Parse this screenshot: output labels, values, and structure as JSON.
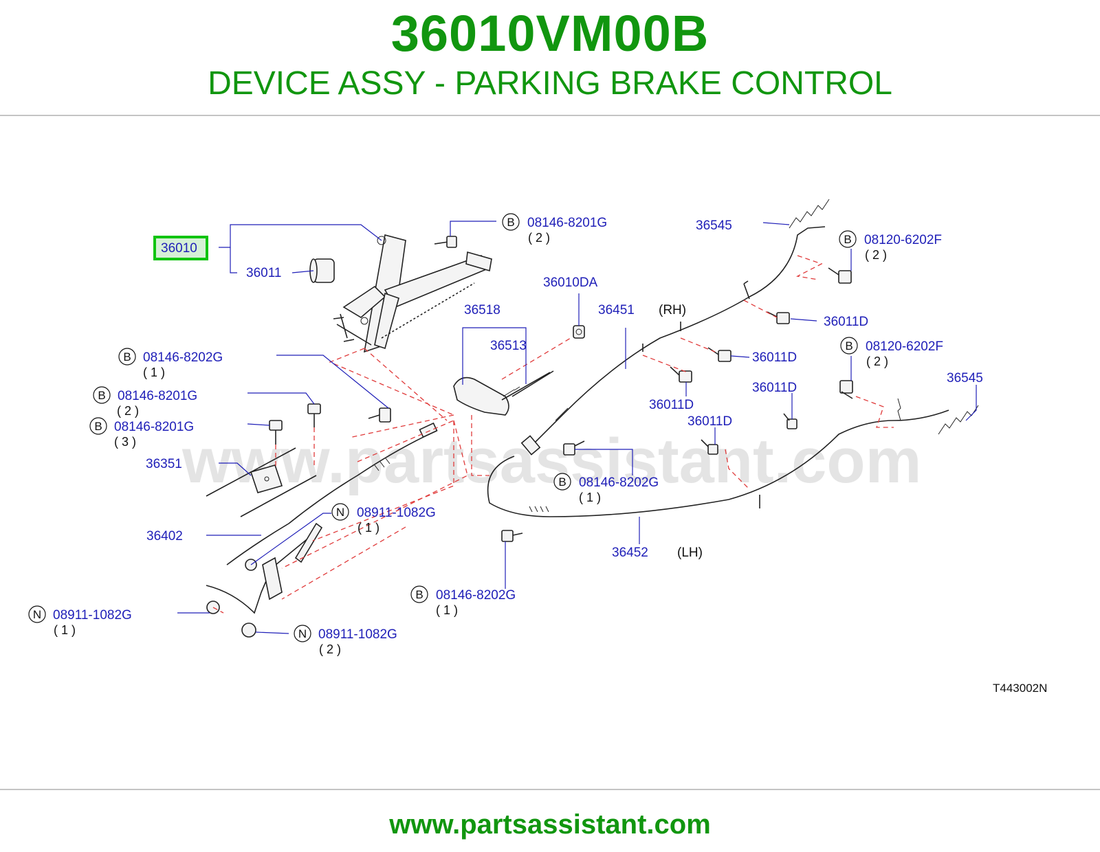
{
  "header": {
    "part_number": "36010VM00B",
    "description": "DEVICE ASSY - PARKING BRAKE CONTROL"
  },
  "diagram": {
    "watermark": "www.partsassistant.com",
    "illustration_code": "T443002N",
    "highlight_color": "#11c411",
    "callouts": {
      "c36010": "36010",
      "c36011": "36011",
      "c08146_8201g_top": "08146-8201G",
      "q_2_top": "( 2 )",
      "c36545_top": "36545",
      "c08120_6202f_a": "08120-6202F",
      "q_2_a": "( 2 )",
      "c36010da": "36010DA",
      "c36518": "36518",
      "c36451": "36451",
      "rh": "(RH)",
      "c36011d_a": "36011D",
      "c36513": "36513",
      "c08146_8202g_a": "08146-8202G",
      "q_1_a": "( 1 )",
      "c36011d_b": "36011D",
      "c08120_6202f_b": "08120-6202F",
      "q_2_b": "( 2 )",
      "c08146_8201g_b": "08146-8201G",
      "q_2_c": "( 2 )",
      "c36011d_c": "36011D",
      "c36545_b": "36545",
      "c36011d_d": "36011D",
      "c08146_8201g_c": "08146-8201G",
      "q_3": "( 3 )",
      "c36011d_e": "36011D",
      "c36351": "36351",
      "c08146_8202g_b": "08146-8202G",
      "q_1_b": "( 1 )",
      "c08911_1082g_a": "08911-1082G",
      "q_1_c": "( 1 )",
      "c36402": "36402",
      "c36452": "36452",
      "lh": "(LH)",
      "c08146_8202g_c": "08146-8202G",
      "q_1_d": "( 1 )",
      "c08911_1082g_b": "08911-1082G",
      "q_1_e": "( 1 )",
      "c08911_1082g_c": "08911-1082G",
      "q_2_d": "( 2 )"
    },
    "badges": {
      "b": "B",
      "n": "N"
    }
  },
  "footer": {
    "url": "www.partsassistant.com"
  }
}
